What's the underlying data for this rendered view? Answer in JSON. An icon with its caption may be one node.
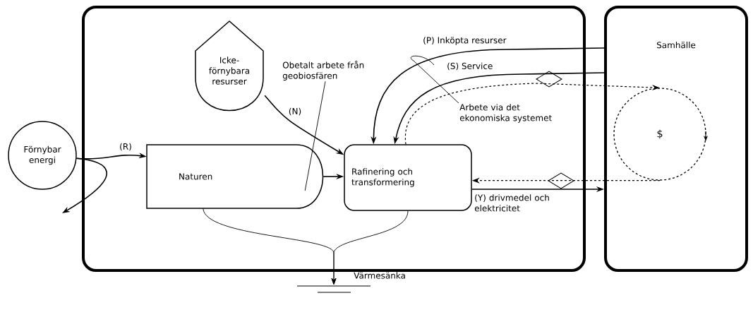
{
  "diagram": {
    "nodes": [
      {
        "text": [],
        "shape": "box"
      },
      {
        "text": [
          "Samhälle"
        ]
      },
      {
        "text": [
          "Förnybar energi"
        ]
      },
      {
        "text": [
          "Icke-förnybara resurser"
        ],
        "in": 0
      },
      {
        "text": [
          "Naturen"
        ],
        "in": 0
      },
      {
        "text": [
          "Rafinering och transformering"
        ],
        "in": 0
      },
      {
        "text": [
          "$"
        ],
        "in": 1
      },
      {
        "text": [],
        "shape": "ground",
        "beside": [
          "Värmesänka"
        ]
      },
      {
        "text": [
          "Obetalt arbete från geobiosfären"
        ],
        "in": 0
      },
      {
        "text": [
          "Arbete via det ekonomiska systemet"
        ],
        "in": 0
      }
    ],
    "edges": [
      {
        "from": 2,
        "to": 4,
        "arrow": "to",
        "label": "(R)"
      },
      {
        "from": 2,
        "to": null,
        "arrow": "to"
      },
      {
        "from": 3,
        "to": 5,
        "arrow": "to",
        "label": "(N)"
      },
      {
        "from": 4,
        "to": 5,
        "arrow": "to"
      },
      {
        "from": 1,
        "to": 5,
        "arrow": "to",
        "label": "(P) Inköpta resurser"
      },
      {
        "from": 1,
        "to": 5,
        "arrow": "to",
        "label": "(S) Service"
      },
      {
        "from": 5,
        "to": 1,
        "arrow": "to",
        "label": "(Y) drivmedel och elektricitet"
      },
      {
        "from": 5,
        "to": 6,
        "arrow": "to",
        "style": "dashed"
      },
      {
        "from": 6,
        "to": 5,
        "arrow": "to",
        "style": "dashed"
      },
      {
        "from": 4,
        "to": 7,
        "arrow": "to"
      },
      {
        "from": 5,
        "to": 7,
        "arrow": "to"
      },
      {
        "from": 8,
        "to": 4,
        "arrow": "none"
      },
      {
        "from": 9,
        "to": null,
        "arrow": "none"
      }
    ]
  }
}
